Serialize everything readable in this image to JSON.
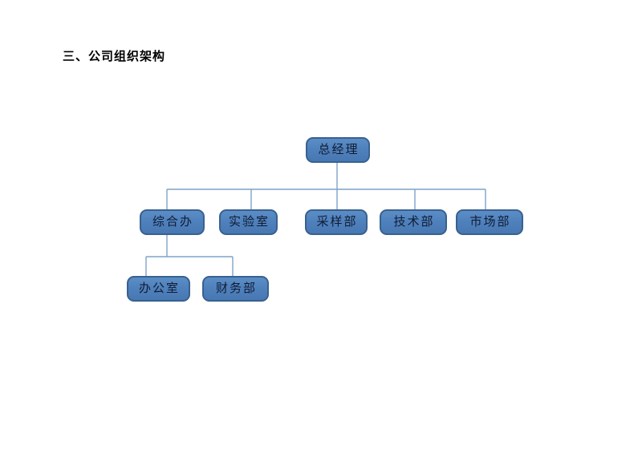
{
  "document": {
    "heading": "三、公司组织架构"
  },
  "org_chart": {
    "type": "org-tree",
    "box_fill": "#4f81bd",
    "box_border": "#38618f",
    "box_text_color": "#111c33",
    "connector_color": "#7fa3c9",
    "nodes": [
      {
        "label": "总经理",
        "level": 1,
        "parent": null
      },
      {
        "label": "综合办",
        "level": 2,
        "parent": "总经理"
      },
      {
        "label": "实验室",
        "level": 2,
        "parent": "总经理"
      },
      {
        "label": "采样部",
        "level": 2,
        "parent": "总经理"
      },
      {
        "label": "技术部",
        "level": 2,
        "parent": "总经理"
      },
      {
        "label": "市场部",
        "level": 2,
        "parent": "总经理"
      },
      {
        "label": "办公室",
        "level": 3,
        "parent": "综合办"
      },
      {
        "label": "财务部",
        "level": 3,
        "parent": "综合办"
      }
    ]
  }
}
